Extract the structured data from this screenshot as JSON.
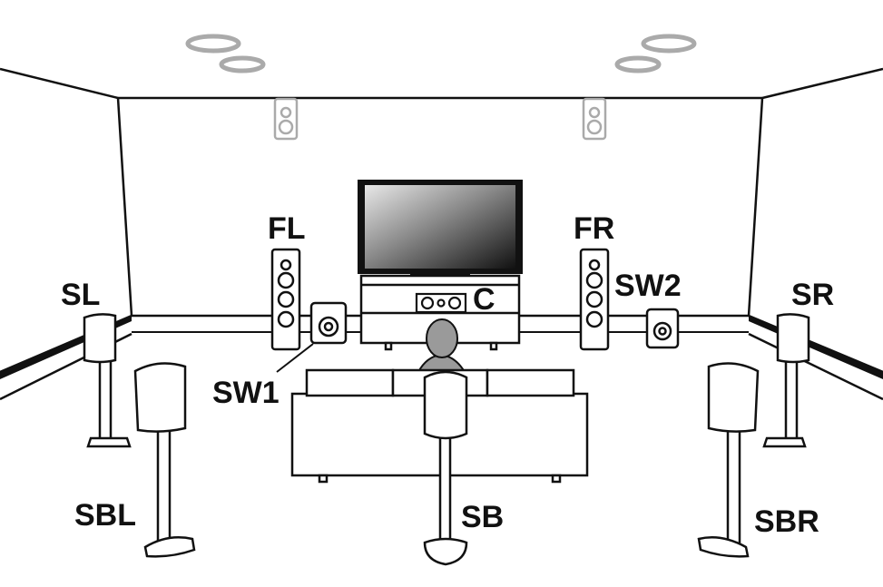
{
  "diagram": {
    "type": "speaker-layout",
    "labels": {
      "fl": "FL",
      "fr": "FR",
      "c": "C",
      "sl": "SL",
      "sr": "SR",
      "sw1": "SW1",
      "sw2": "SW2",
      "sbl": "SBL",
      "sbr": "SBR",
      "sb": "SB"
    }
  }
}
